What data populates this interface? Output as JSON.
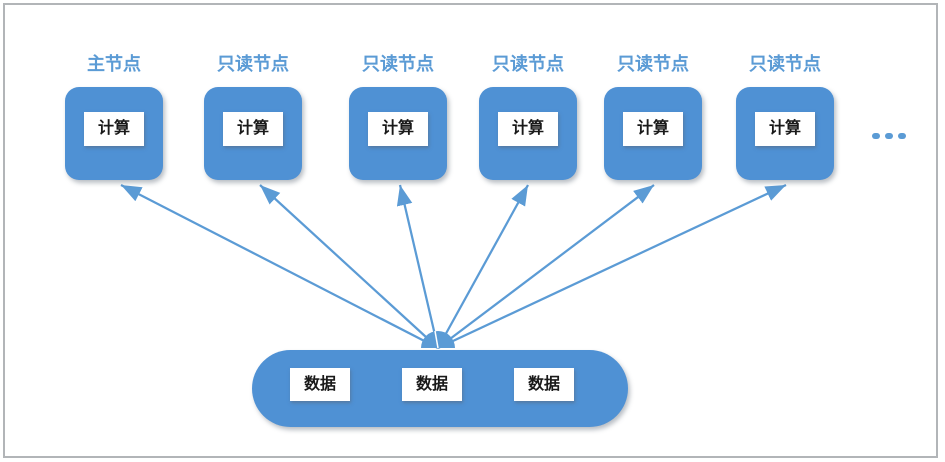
{
  "diagram": {
    "nodes": [
      {
        "label": "主节点",
        "compute": "计算"
      },
      {
        "label": "只读节点",
        "compute": "计算"
      },
      {
        "label": "只读节点",
        "compute": "计算"
      },
      {
        "label": "只读节点",
        "compute": "计算"
      },
      {
        "label": "只读节点",
        "compute": "计算"
      },
      {
        "label": "只读节点",
        "compute": "计算"
      }
    ],
    "more_indicator_icon": "ellipsis-dashes",
    "storage": {
      "data_items": [
        "数据",
        "数据",
        "数据"
      ]
    },
    "colors": {
      "node_fill": "#4f91d4",
      "label_text": "#5b9bd5",
      "arrow": "#5b9bd5",
      "box_bg": "#ffffff",
      "box_text": "#1a1a1a",
      "frame_border": "#b2b5b8"
    }
  }
}
